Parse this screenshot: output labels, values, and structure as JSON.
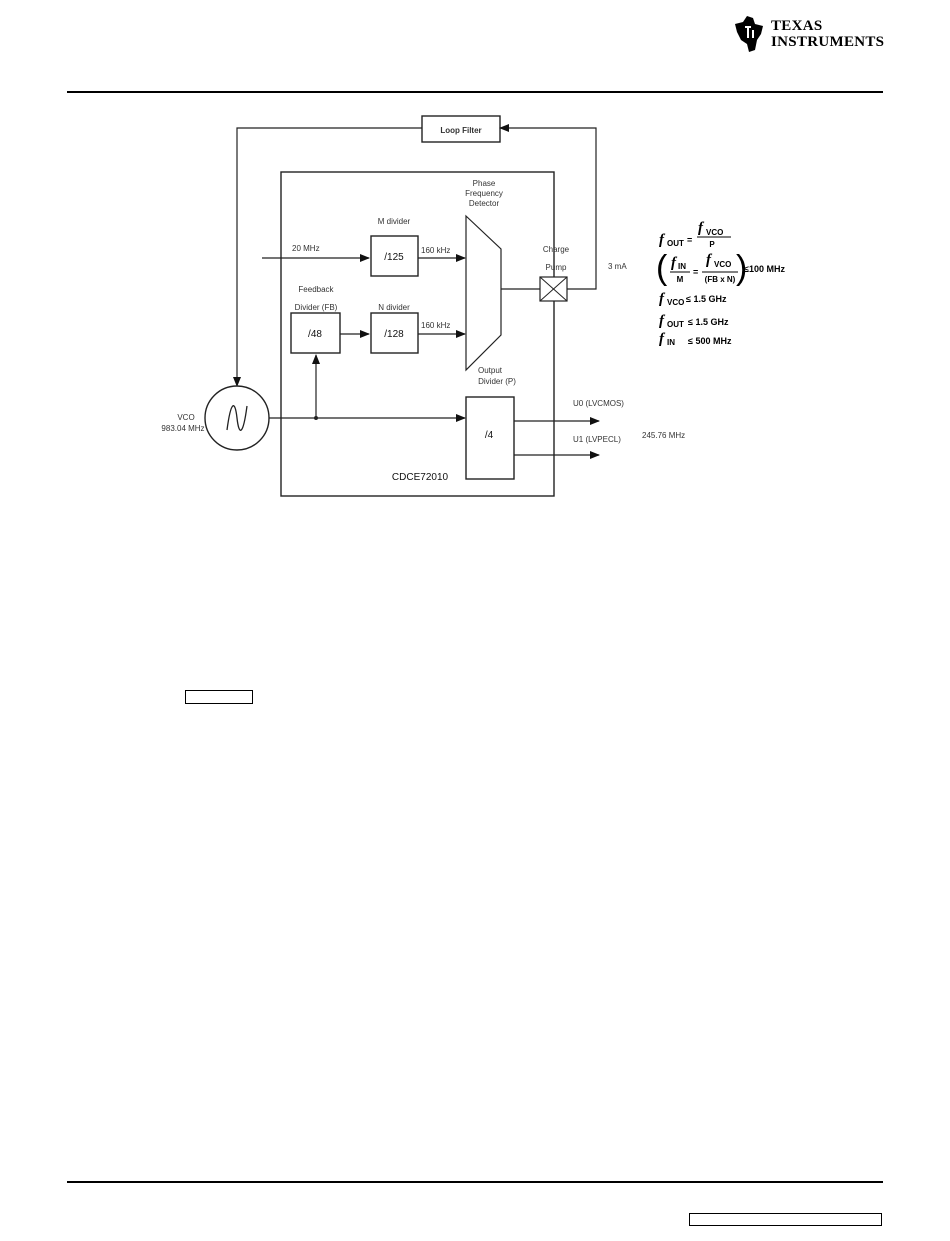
{
  "header": {
    "logo_line1": "Texas",
    "logo_line2": "Instruments"
  },
  "diagram": {
    "loop_filter": "Loop Filter",
    "pfd_line1": "Phase",
    "pfd_line2": "Frequency",
    "pfd_line3": "Detector",
    "m_divider_label": "M divider",
    "m_divider_value": "/125",
    "input_freq": "20 MHz",
    "m_out_freq": "160 kHz",
    "charge_pump_line1": "Charge",
    "charge_pump_line2": "Pump",
    "charge_current": "3 mA",
    "fb_label_line1": "Feedback",
    "fb_label_line2": "Divider (FB)",
    "fb_value": "/48",
    "n_divider_label": "N divider",
    "n_divider_value": "/128",
    "n_out_freq": "160 kHz",
    "output_div_line1": "Output",
    "output_div_line2": "Divider (P)",
    "output_div_value": "/4",
    "vco_label": "VCO",
    "vco_freq": "983.04 MHz",
    "u0_label": "U0 (LVCMOS)",
    "u1_label": "U1 (LVPECL)",
    "out_freq": "245.76 MHz",
    "chip_name": "CDCE72010"
  },
  "equations": {
    "f": "f",
    "eq1_lhs_sub": "OUT",
    "eq1_num_sub": "VCO",
    "eq1_den": "P",
    "eq2_num1_sub": "IN",
    "eq2_den1": "M",
    "eq2_num2_sub": "VCO",
    "eq2_den2": "(FB x N)",
    "eq2_limit": "≤100 MHz",
    "eq3_sub": "VCO",
    "eq3_limit": "≤ 1.5 GHz",
    "eq4_sub": "OUT",
    "eq4_limit": "≤ 1.5 GHz",
    "eq5_sub": "IN",
    "eq5_limit": "≤ 500 MHz"
  }
}
